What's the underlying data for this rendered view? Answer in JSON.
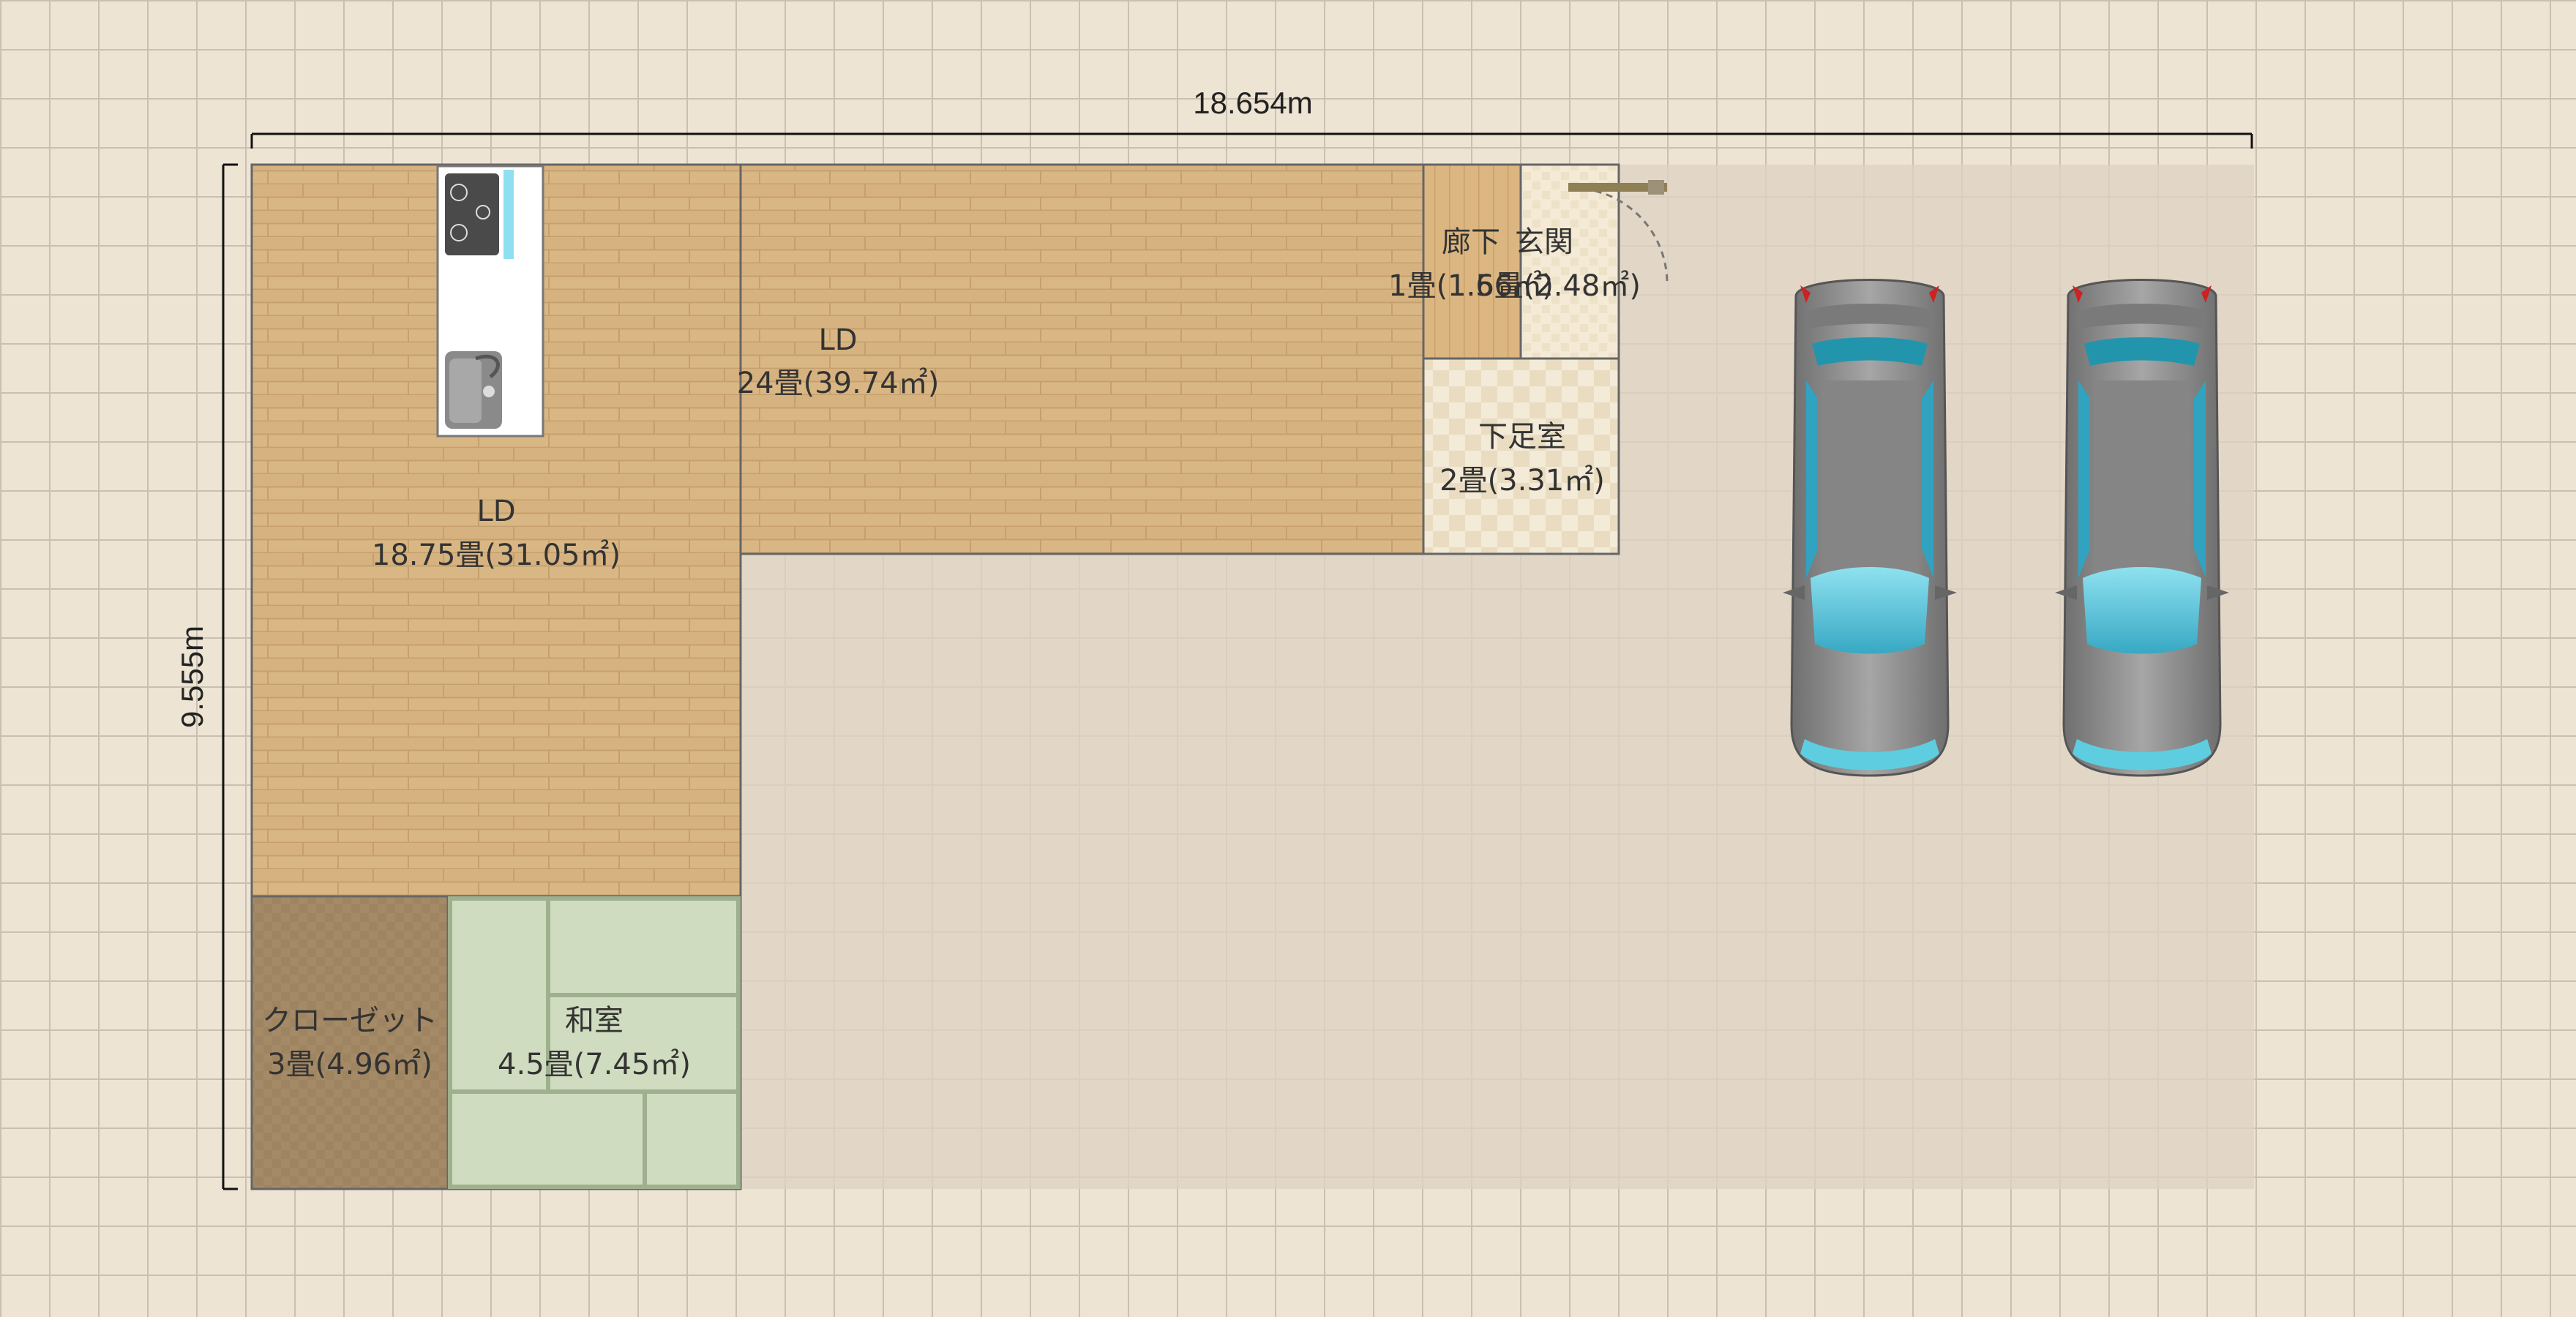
{
  "dimensions": {
    "width_label": "18.654m",
    "height_label": "9.555m"
  },
  "rooms": {
    "ld_main": {
      "name": "LD",
      "area": "18.75畳(31.05㎡)"
    },
    "ld_upper": {
      "name": "LD",
      "area": "24畳(39.74㎡)"
    },
    "hallway": {
      "name": "廊下",
      "area": "1畳(1.66㎡)"
    },
    "entrance": {
      "name": "玄関",
      "area": "1.5畳(2.48㎡)"
    },
    "shoe_room": {
      "name": "下足室",
      "area": "2畳(3.31㎡)"
    },
    "closet": {
      "name": "クローゼット",
      "area": "3畳(4.96㎡)"
    },
    "washitsu": {
      "name": "和室",
      "area": "4.5畳(7.45㎡)"
    }
  },
  "furniture": [
    {
      "name": "kitchen-counter"
    },
    {
      "name": "car"
    },
    {
      "name": "car"
    }
  ],
  "colors": {
    "grid_bg": "#ede4d4",
    "wood_floor": "#d9b785",
    "closet_floor": "#9e8460",
    "tatami": "#cfdcbf",
    "tile": "#f1e6cf",
    "outdoor": "#ddd3c3",
    "car_body": "#8a8a8a",
    "car_glass": "#3aaec8"
  }
}
